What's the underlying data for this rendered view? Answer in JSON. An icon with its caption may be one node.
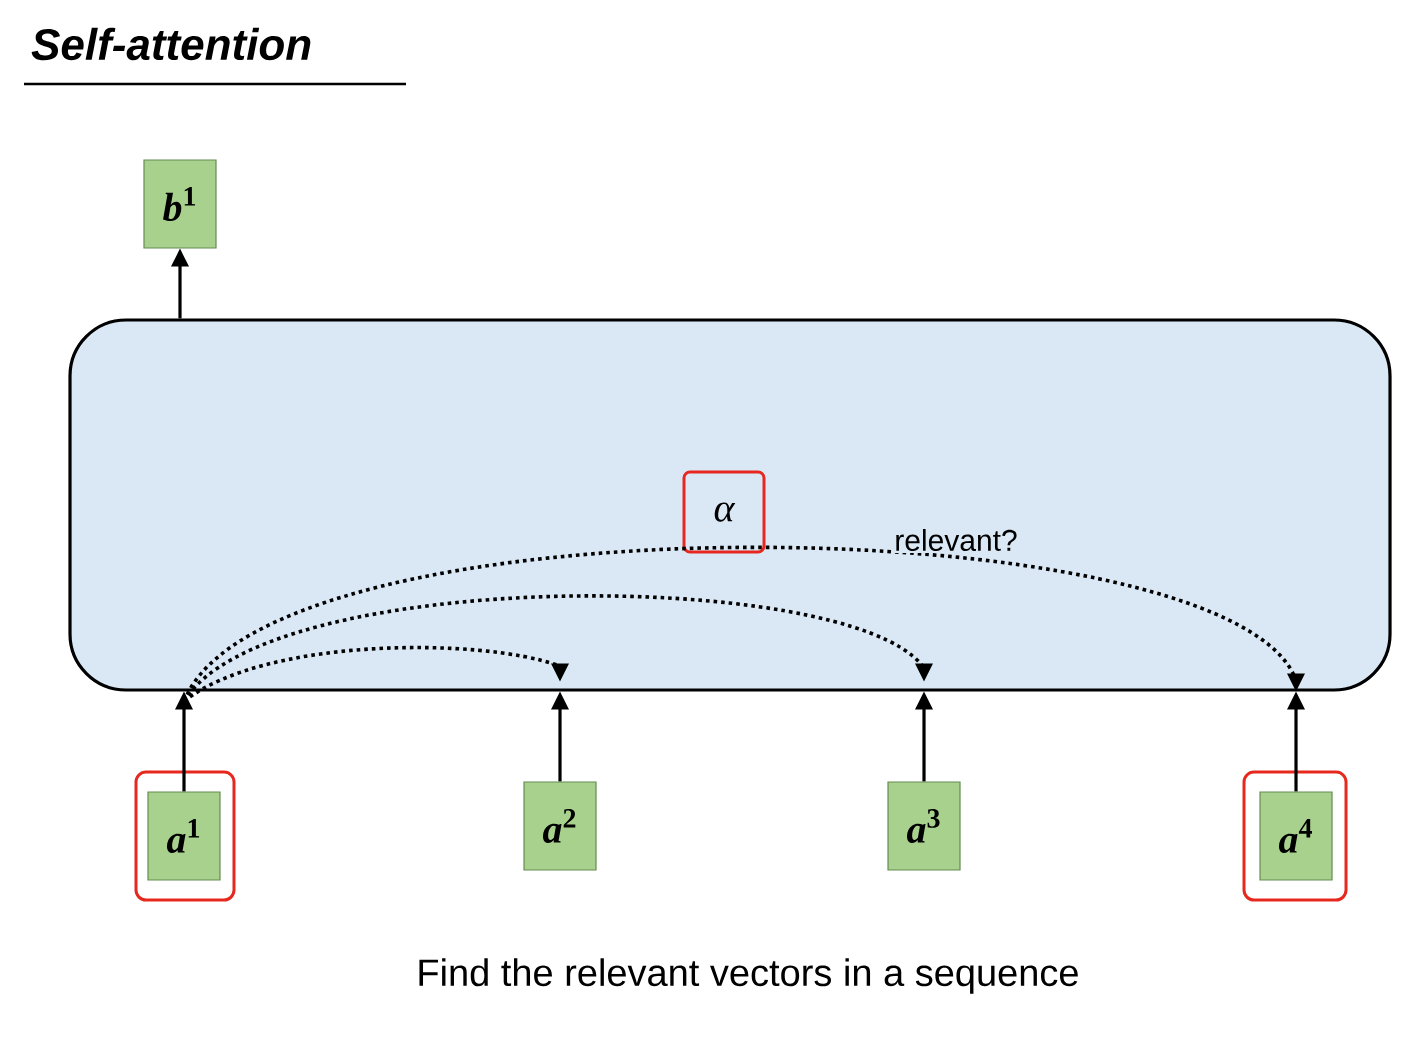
{
  "diagram": {
    "title": "Self-attention",
    "nodes": [
      {
        "text": [
          "*b*$^{1}$"
        ]
      },
      {
        "text": [],
        "shape": "box"
      },
      {
        "text": [
          "*a*$^{1}$"
        ]
      },
      {
        "text": [
          "*a*$^{2}$"
        ]
      },
      {
        "text": [
          "*a*$^{3}$"
        ]
      },
      {
        "text": [
          "*a*$^{4}$"
        ]
      },
      {
        "text": [
          "α"
        ],
        "in": 1
      }
    ],
    "edges": [
      {
        "from": 1,
        "to": 0,
        "arrow": "to"
      },
      {
        "from": 2,
        "to": 1,
        "arrow": "to"
      },
      {
        "from": 3,
        "to": 1,
        "arrow": "to"
      },
      {
        "from": 4,
        "to": 1,
        "arrow": "to"
      },
      {
        "from": 5,
        "to": 1,
        "arrow": "to"
      },
      {
        "from": 2,
        "to": 3,
        "arrow": "to",
        "style": "dashed"
      },
      {
        "from": 2,
        "to": 4,
        "arrow": "to",
        "style": "dashed"
      },
      {
        "from": 2,
        "to": 5,
        "arrow": "to",
        "style": "dashed",
        "label": "relevant?"
      }
    ],
    "labels": [
      "Find the relevant vectors in a sequence"
    ]
  }
}
